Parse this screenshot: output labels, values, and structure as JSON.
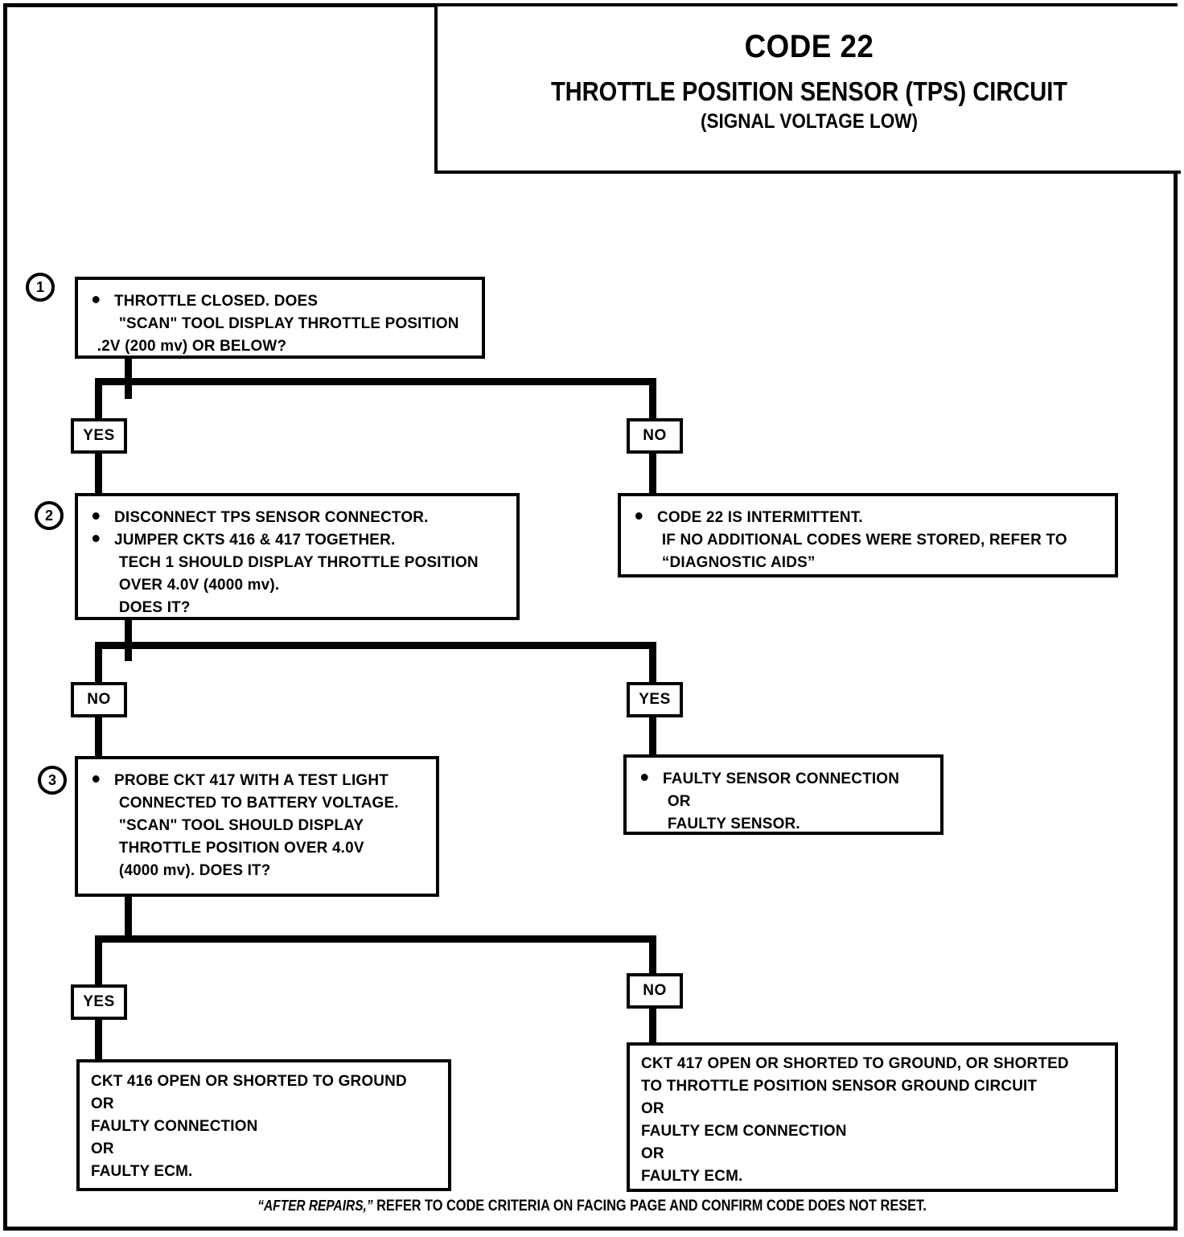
{
  "title": {
    "code": "CODE 22",
    "main": "THROTTLE POSITION SENSOR (TPS) CIRCUIT",
    "sub": "(SIGNAL VOLTAGE LOW)"
  },
  "steps": [
    {
      "number": "1",
      "lines": [
        "THROTTLE CLOSED. DOES",
        "\"SCAN\" TOOL DISPLAY THROTTLE POSITION",
        ".2V (200 mv) OR BELOW?"
      ]
    },
    {
      "number": "2",
      "lines": [
        "DISCONNECT TPS SENSOR CONNECTOR.",
        "JUMPER CKTS 416 & 417 TOGETHER.",
        "TECH 1 SHOULD DISPLAY THROTTLE POSITION",
        "OVER 4.0V (4000 mv).",
        "DOES IT?"
      ]
    },
    {
      "number": "3",
      "lines": [
        "PROBE CKT 417 WITH A TEST LIGHT",
        "CONNECTED TO BATTERY VOLTAGE.",
        "\"SCAN\" TOOL SHOULD DISPLAY",
        "THROTTLE POSITION OVER 4.0V",
        "(4000 mv). DOES IT?"
      ]
    }
  ],
  "decisions": {
    "row1": {
      "left": "YES",
      "right": "NO"
    },
    "row2": {
      "left": "NO",
      "right": "YES"
    },
    "row3": {
      "left": "YES",
      "right": "NO"
    }
  },
  "outcomes": {
    "intermittent": [
      "CODE 22 IS INTERMITTENT.",
      "IF NO ADDITIONAL CODES WERE STORED, REFER  TO",
      "“DIAGNOSTIC AIDS”"
    ],
    "faulty_sensor": [
      "FAULTY SENSOR CONNECTION",
      "OR",
      "FAULTY SENSOR."
    ],
    "ckt416": [
      "CKT 416 OPEN OR SHORTED TO GROUND",
      "OR",
      "FAULTY CONNECTION",
      "OR",
      "FAULTY ECM."
    ],
    "ckt417": [
      "CKT 417 OPEN OR SHORTED TO GROUND, OR SHORTED",
      "TO THROTTLE POSITION SENSOR GROUND CIRCUIT",
      "OR",
      "FAULTY ECM CONNECTION",
      "OR",
      "FAULTY ECM."
    ]
  },
  "footer": {
    "italic": "“AFTER REPAIRS,”",
    "rest": " REFER TO CODE CRITERIA ON FACING PAGE AND CONFIRM CODE DOES NOT RESET."
  },
  "colors": {
    "ink": "#000000",
    "paper": "#ffffff"
  }
}
